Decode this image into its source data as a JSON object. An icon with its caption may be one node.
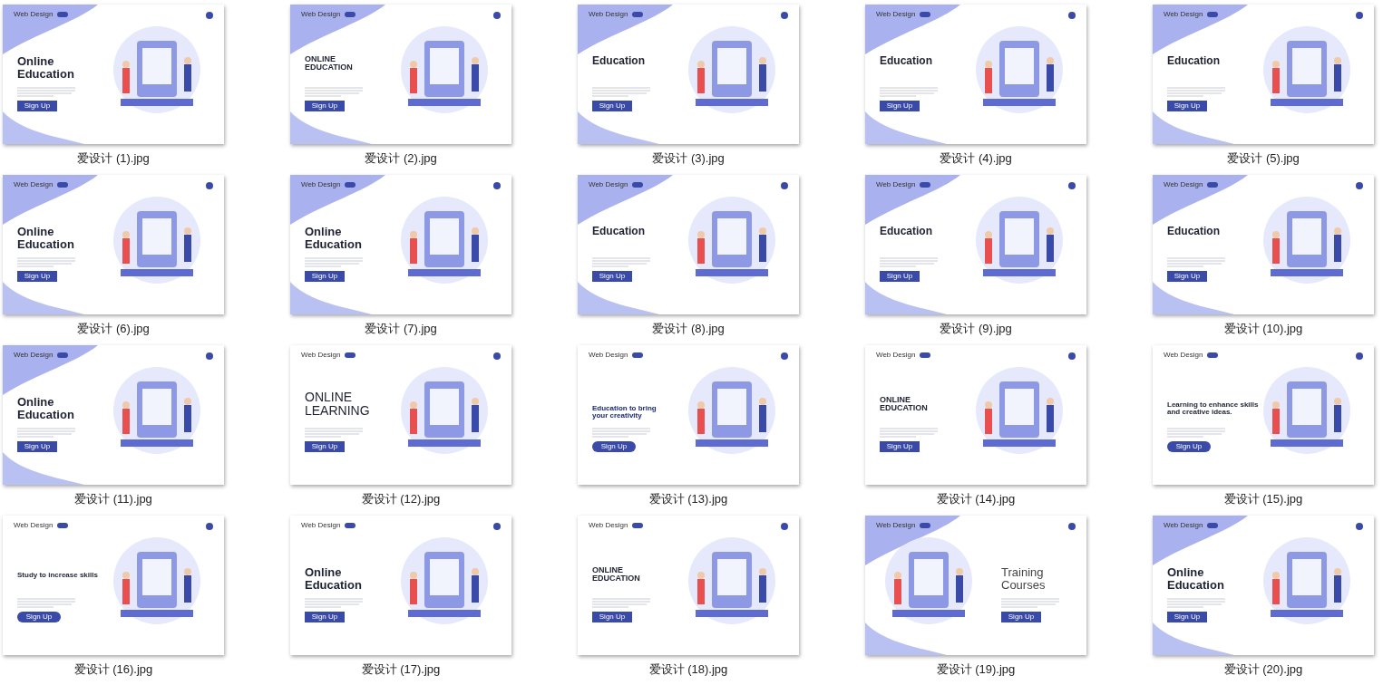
{
  "diagram": {
    "nodes": [
      {
        "text": [
          "Web Design",
          "Online Education",
          "Sign Up"
        ],
        "beside": [
          "爱设计 (1).jpg"
        ]
      },
      {
        "text": [
          "Web Design",
          "ONLINE EDUCATION",
          "Sign Up"
        ],
        "beside": [
          "爱设计 (2).jpg"
        ]
      },
      {
        "text": [
          "Web Design",
          "Education",
          "Sign Up"
        ],
        "beside": [
          "爱设计 (3).jpg"
        ]
      },
      {
        "text": [
          "Web Design",
          "Education",
          "Sign Up"
        ],
        "beside": [
          "爱设计 (4).jpg"
        ]
      },
      {
        "text": [
          "Web Design",
          "Education",
          "Sign Up"
        ],
        "beside": [
          "爱设计 (5).jpg"
        ]
      },
      {
        "text": [
          "Web Design",
          "Online Education",
          "Sign Up"
        ],
        "beside": [
          "爱设计 (6).jpg"
        ]
      },
      {
        "text": [
          "Web Design",
          "Online Education",
          "Sign Up"
        ],
        "beside": [
          "爱设计 (7).jpg"
        ]
      },
      {
        "text": [
          "Web Design",
          "Education",
          "Sign Up"
        ],
        "beside": [
          "爱设计 (8).jpg"
        ]
      },
      {
        "text": [
          "Web Design",
          "Education",
          "Sign Up"
        ],
        "beside": [
          "爱设计 (9).jpg"
        ]
      },
      {
        "text": [
          "Web Design",
          "Education",
          "Sign Up"
        ],
        "beside": [
          "爱设计 (10).jpg"
        ]
      },
      {
        "text": [
          "Web Design",
          "Online Education",
          "Sign Up"
        ],
        "beside": [
          "爱设计 (11).jpg"
        ]
      },
      {
        "text": [
          "Web Design",
          "ONLINE LEARNING",
          "Sign Up"
        ],
        "beside": [
          "爱设计 (12).jpg"
        ]
      },
      {
        "text": [
          "Web Design",
          "Education to bring your creativity",
          "Sign Up"
        ],
        "beside": [
          "爱设计 (13).jpg"
        ]
      },
      {
        "text": [
          "Web Design",
          "ONLINE EDUCATION",
          "Sign Up"
        ],
        "beside": [
          "爱设计 (14).jpg"
        ]
      },
      {
        "text": [
          "Web Design",
          "Learning to enhance skills and creative ideas.",
          "Sign Up"
        ],
        "beside": [
          "爱设计 (15).jpg"
        ]
      },
      {
        "text": [
          "Web Design",
          "Study to increase skills",
          "Sign Up"
        ],
        "beside": [
          "爱设计 (16).jpg"
        ]
      },
      {
        "text": [
          "Web Design",
          "Online Education",
          "Sign Up"
        ],
        "beside": [
          "爱设计 (17).jpg"
        ]
      },
      {
        "text": [
          "Web Design",
          "ONLINE EDUCATION",
          "Sign Up"
        ],
        "beside": [
          "爱设计 (18).jpg"
        ]
      },
      {
        "text": [
          "Web Design",
          "Training Courses",
          "Sign Up"
        ],
        "beside": [
          "爱设计 (19).jpg"
        ]
      },
      {
        "text": [
          "Web Design",
          "Online Education",
          "Sign Up"
        ],
        "beside": [
          "爱设计 (20).jpg"
        ]
      }
    ]
  }
}
